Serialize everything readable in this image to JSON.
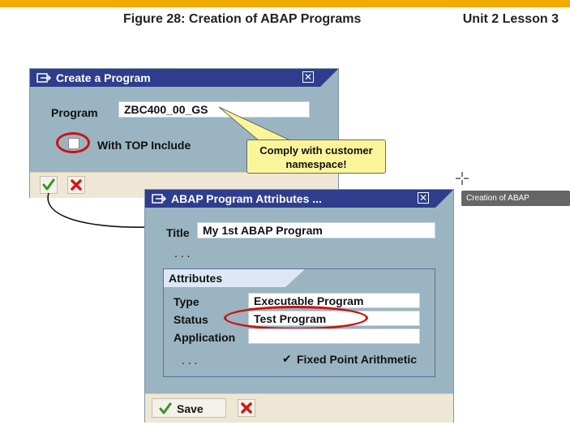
{
  "header": {
    "figure_title": "Figure 28: Creation of ABAP Programs",
    "unit_lesson": "Unit 2 Lesson 3"
  },
  "create_dialog": {
    "title": "Create a Program",
    "program_label": "Program",
    "program_value": "ZBC400_00_GS",
    "top_include_label": "With TOP Include"
  },
  "callout": {
    "line1": "Comply with customer",
    "line2": "namespace!"
  },
  "attributes_dialog": {
    "title": "ABAP Program Attributes ...",
    "title_label": "Title",
    "title_value": "My 1st ABAP Program",
    "ellipsis": ". . .",
    "group_title": "Attributes",
    "type_label": "Type",
    "type_value": "Executable Program",
    "status_label": "Status",
    "status_value": "Test Program",
    "application_label": "Application",
    "application_value": "",
    "fixed_point_label": "Fixed Point Arithmetic",
    "fixed_point_mark": "✔",
    "save_label": "Save"
  },
  "tooltip": "Creation of ABAP Programs",
  "colors": {
    "titlebar": "#2e3d8c",
    "dialog_body": "#9ab4c2",
    "footer": "#efe7d6",
    "callout": "#fbf59a",
    "highlight": "#cc1111",
    "accent_bar": "#f0ab00"
  },
  "icons": {
    "window": "window-icon",
    "close": "close-icon",
    "confirm": "checkmark-icon",
    "cancel": "cancel-x-icon",
    "cursor": "crosshair-cursor-icon"
  }
}
